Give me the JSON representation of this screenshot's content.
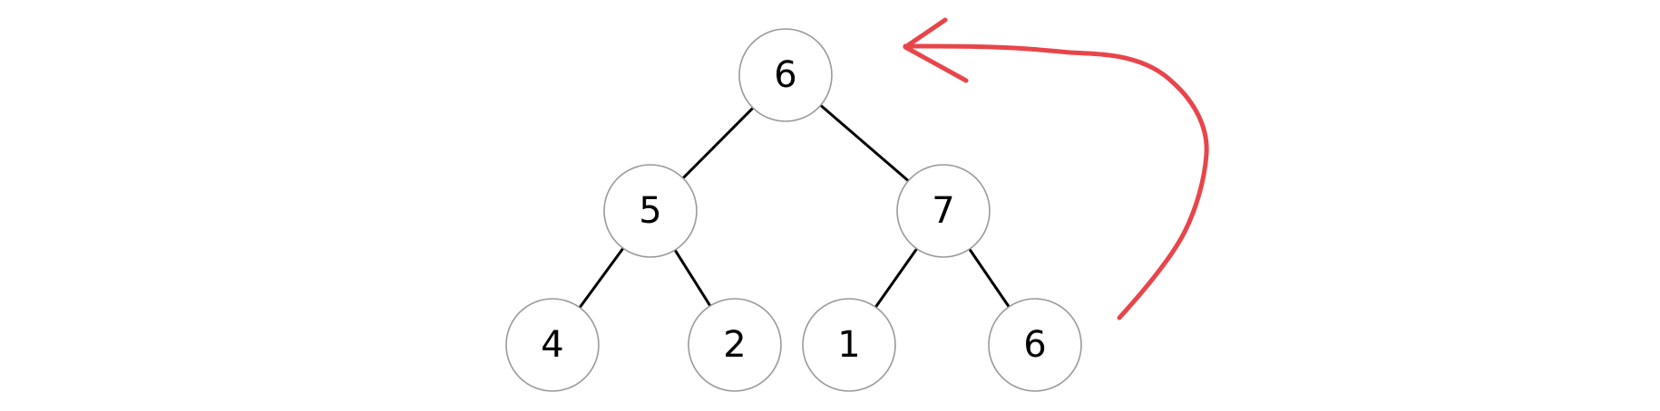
{
  "tree": {
    "nodes": [
      {
        "id": "n0",
        "label": "6"
      },
      {
        "id": "n1",
        "label": "5"
      },
      {
        "id": "n2",
        "label": "7"
      },
      {
        "id": "n3",
        "label": "4"
      },
      {
        "id": "n4",
        "label": "2"
      },
      {
        "id": "n5",
        "label": "1"
      },
      {
        "id": "n6",
        "label": "6"
      }
    ],
    "edges": [
      {
        "from": "n0",
        "to": "n1"
      },
      {
        "from": "n0",
        "to": "n2"
      },
      {
        "from": "n1",
        "to": "n3"
      },
      {
        "from": "n1",
        "to": "n4"
      },
      {
        "from": "n2",
        "to": "n5"
      },
      {
        "from": "n2",
        "to": "n6"
      }
    ]
  },
  "annotation": {
    "arrow_color": "#e8454a",
    "from_node": "n6",
    "to_node": "n0"
  },
  "colors": {
    "edge": "#000000",
    "node_border": "#9a9a9a",
    "node_fill": "#ffffff",
    "label": "#000000"
  }
}
